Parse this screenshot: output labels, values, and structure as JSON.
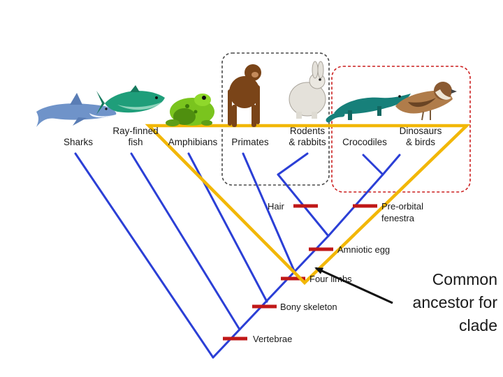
{
  "taxa": [
    {
      "line1": "Sharks",
      "line2": ""
    },
    {
      "line1": "Ray-finned",
      "line2": "fish"
    },
    {
      "line1": "Amphibians",
      "line2": ""
    },
    {
      "line1": "Primates",
      "line2": ""
    },
    {
      "line1": "Rodents",
      "line2": "& rabbits"
    },
    {
      "line1": "Crocodiles",
      "line2": ""
    },
    {
      "line1": "Dinosaurs",
      "line2": "& birds"
    }
  ],
  "traits": [
    {
      "line1": "Hair",
      "line2": ""
    },
    {
      "line1": "Pre-orbital",
      "line2": "fenestra"
    },
    {
      "line1": "Amniotic egg",
      "line2": ""
    },
    {
      "line1": "Four limbs",
      "line2": ""
    },
    {
      "line1": "Bony skeleton",
      "line2": ""
    },
    {
      "line1": "Vertebrae",
      "line2": ""
    }
  ],
  "callout": {
    "line1": "Common",
    "line2": "ancestor for",
    "line3": "clade"
  },
  "colors": {
    "branch": "#2b3fd6",
    "trait_bar": "#c01818",
    "clade_triangle": "#f2b705",
    "mammal_box": "#4a4a4a",
    "reptile_box": "#cc1f1f",
    "arrow": "#111111"
  },
  "icons": [
    "shark-icon",
    "tuna-icon",
    "frog-icon",
    "chimpanzee-icon",
    "rabbit-icon",
    "crocodile-icon",
    "sparrow-icon"
  ]
}
